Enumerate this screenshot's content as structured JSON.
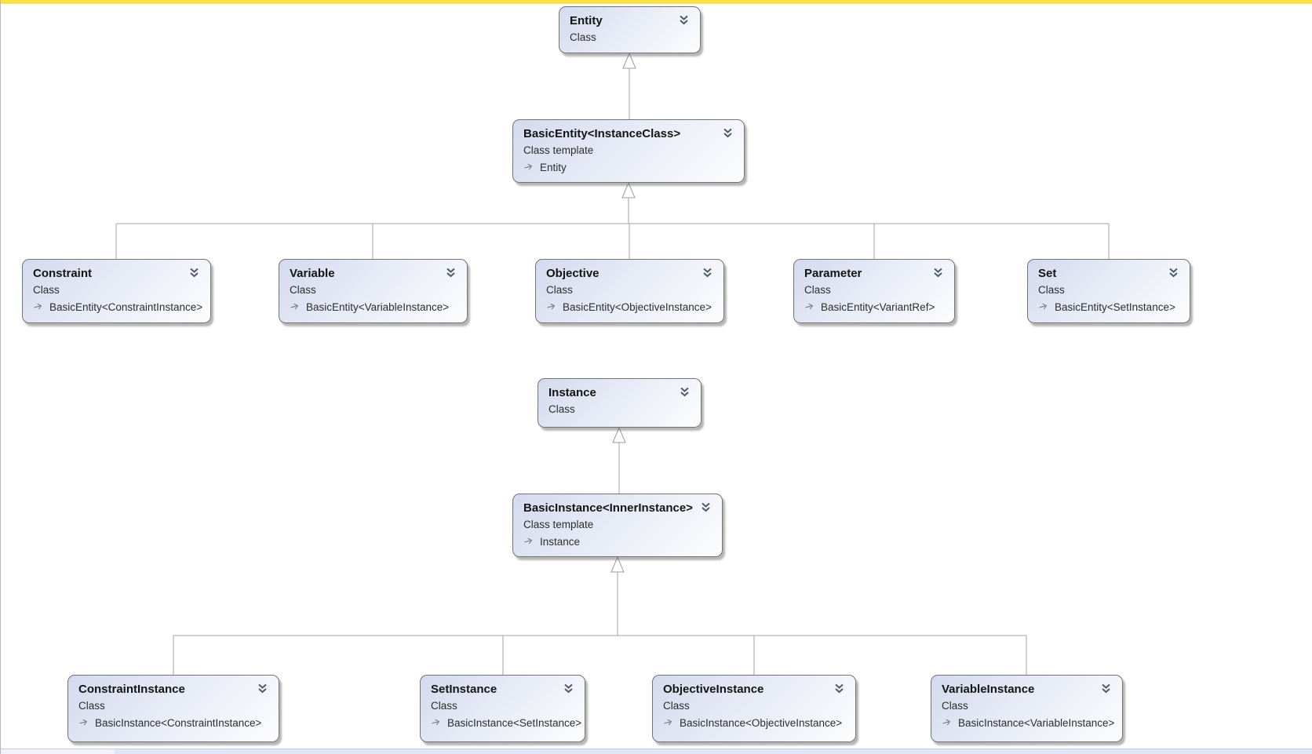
{
  "colors": {
    "top_accent_bar": "#FBE144",
    "box_gradient_start": "#D4DAEE",
    "box_border": "#747474",
    "connector_line": "#A3A3A3",
    "chevron_icon": "#4A5C6E",
    "scrollbar_track": "#E1E6F4"
  },
  "diagram": {
    "icons": {
      "collapse": "chevron-double-down",
      "inheritance": "small-right-arrow"
    },
    "nodes": [
      {
        "title": "Entity",
        "kind": "Class"
      },
      {
        "title": "BasicEntity<InstanceClass>",
        "kind": "Class template",
        "base": "Entity"
      },
      {
        "title": "Constraint",
        "kind": "Class",
        "base": "BasicEntity<ConstraintInstance>"
      },
      {
        "title": "Variable",
        "kind": "Class",
        "base": "BasicEntity<VariableInstance>"
      },
      {
        "title": "Objective",
        "kind": "Class",
        "base": "BasicEntity<ObjectiveInstance>"
      },
      {
        "title": "Parameter",
        "kind": "Class",
        "base": "BasicEntity<VariantRef>"
      },
      {
        "title": "Set",
        "kind": "Class",
        "base": "BasicEntity<SetInstance>"
      },
      {
        "title": "Instance",
        "kind": "Class"
      },
      {
        "title": "BasicInstance<InnerInstance>",
        "kind": "Class template",
        "base": "Instance"
      },
      {
        "title": "ConstraintInstance",
        "kind": "Class",
        "base": "BasicInstance<ConstraintInstance>"
      },
      {
        "title": "SetInstance",
        "kind": "Class",
        "base": "BasicInstance<SetInstance>"
      },
      {
        "title": "ObjectiveInstance",
        "kind": "Class",
        "base": "BasicInstance<ObjectiveInstance>"
      },
      {
        "title": "VariableInstance",
        "kind": "Class",
        "base": "BasicInstance<VariableInstance>"
      }
    ]
  }
}
